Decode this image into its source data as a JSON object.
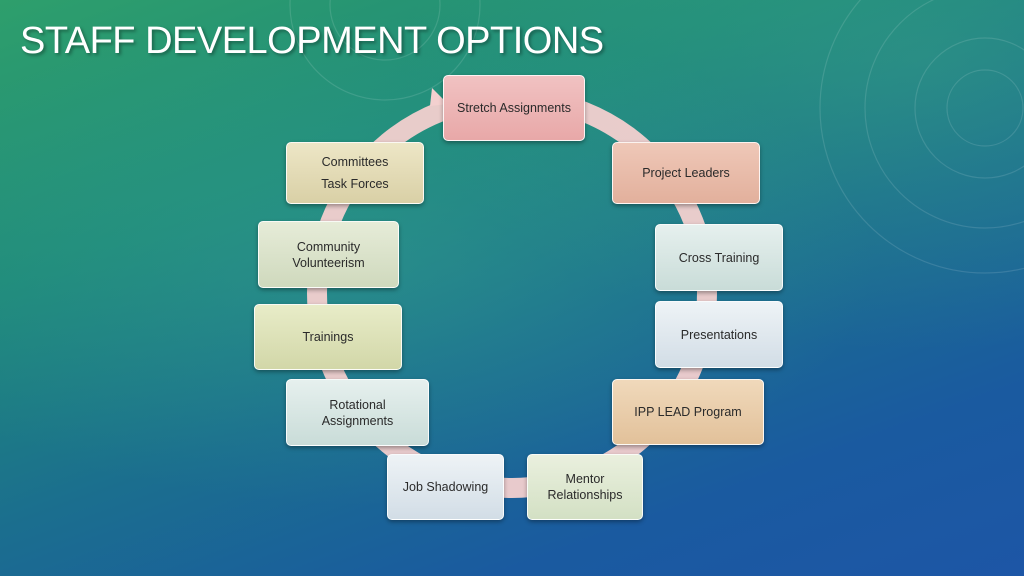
{
  "slide": {
    "title": "STAFF DEVELOPMENT OPTIONS"
  },
  "diagram": {
    "nodes": [
      {
        "id": "stretch",
        "lines": [
          "Stretch Assignments"
        ]
      },
      {
        "id": "project",
        "lines": [
          "Project Leaders"
        ]
      },
      {
        "id": "cross",
        "lines": [
          "Cross Training"
        ]
      },
      {
        "id": "presentations",
        "lines": [
          "Presentations"
        ]
      },
      {
        "id": "ipp",
        "lines": [
          "IPP LEAD Program"
        ]
      },
      {
        "id": "mentor",
        "lines": [
          "Mentor",
          "Relationships"
        ]
      },
      {
        "id": "shadowing",
        "lines": [
          "Job Shadowing"
        ]
      },
      {
        "id": "rotational",
        "lines": [
          "Rotational",
          "Assignments"
        ]
      },
      {
        "id": "trainings",
        "lines": [
          "Trainings"
        ]
      },
      {
        "id": "community",
        "lines": [
          "Community",
          "Volunteerism"
        ]
      },
      {
        "id": "committees",
        "lines": [
          "Committees",
          "Task Forces"
        ]
      }
    ],
    "colors": {
      "ring": "#f3d0cf",
      "stretch": "#eab0ae",
      "project": "#e6b6a2"
    }
  }
}
